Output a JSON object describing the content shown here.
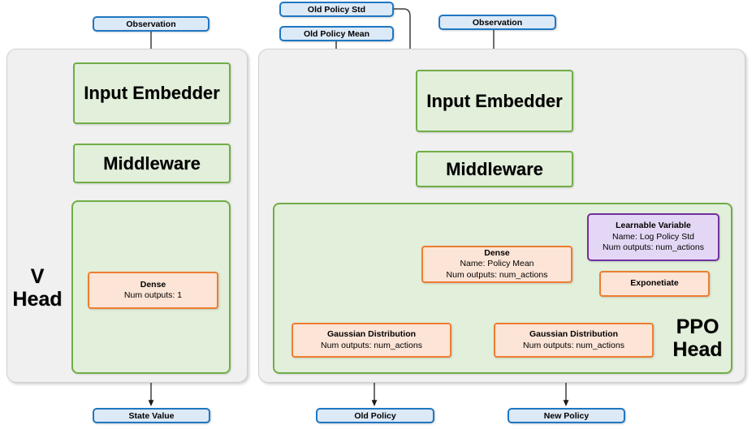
{
  "diagram": {
    "title": "PPO network architecture",
    "colors": {
      "panel_bg": "#f0f0f0",
      "panel_border": "#cfcfcf",
      "green_fill": "#e2efda",
      "green_border": "#70ad47",
      "orange_fill": "#fce4d6",
      "orange_border": "#ed7d31",
      "purple_fill": "#e4d7f5",
      "purple_border": "#7030a0",
      "blue_fill": "#dce9f7",
      "blue_border": "#1f77c2",
      "edge": "#404040"
    }
  },
  "inputs": {
    "v_observation": "Observation",
    "old_policy_std": "Old Policy Std",
    "old_policy_mean": "Old Policy Mean",
    "ppo_observation": "Observation"
  },
  "outputs": {
    "state_value": "State Value",
    "old_policy": "Old Policy",
    "new_policy": "New Policy"
  },
  "v_head": {
    "label": "V\nHead",
    "input_embedder": "Input Embedder",
    "middleware": "Middleware",
    "dense": {
      "title": "Dense",
      "line2": "Num outputs: 1"
    }
  },
  "ppo_head": {
    "label": "PPO\nHead",
    "input_embedder": "Input Embedder",
    "middleware": "Middleware",
    "dense": {
      "title": "Dense",
      "line2": "Name: Policy Mean",
      "line3": "Num outputs: num_actions"
    },
    "learnable_variable": {
      "title": "Learnable Variable",
      "line2": "Name: Log Policy Std",
      "line3": "Num outputs: num_actions"
    },
    "exponetiate": {
      "title": "Exponetiate"
    },
    "gaussian_old": {
      "title": "Gaussian Distribution",
      "line2": "Num outputs: num_actions"
    },
    "gaussian_new": {
      "title": "Gaussian Distribution",
      "line2": "Num outputs: num_actions"
    }
  }
}
